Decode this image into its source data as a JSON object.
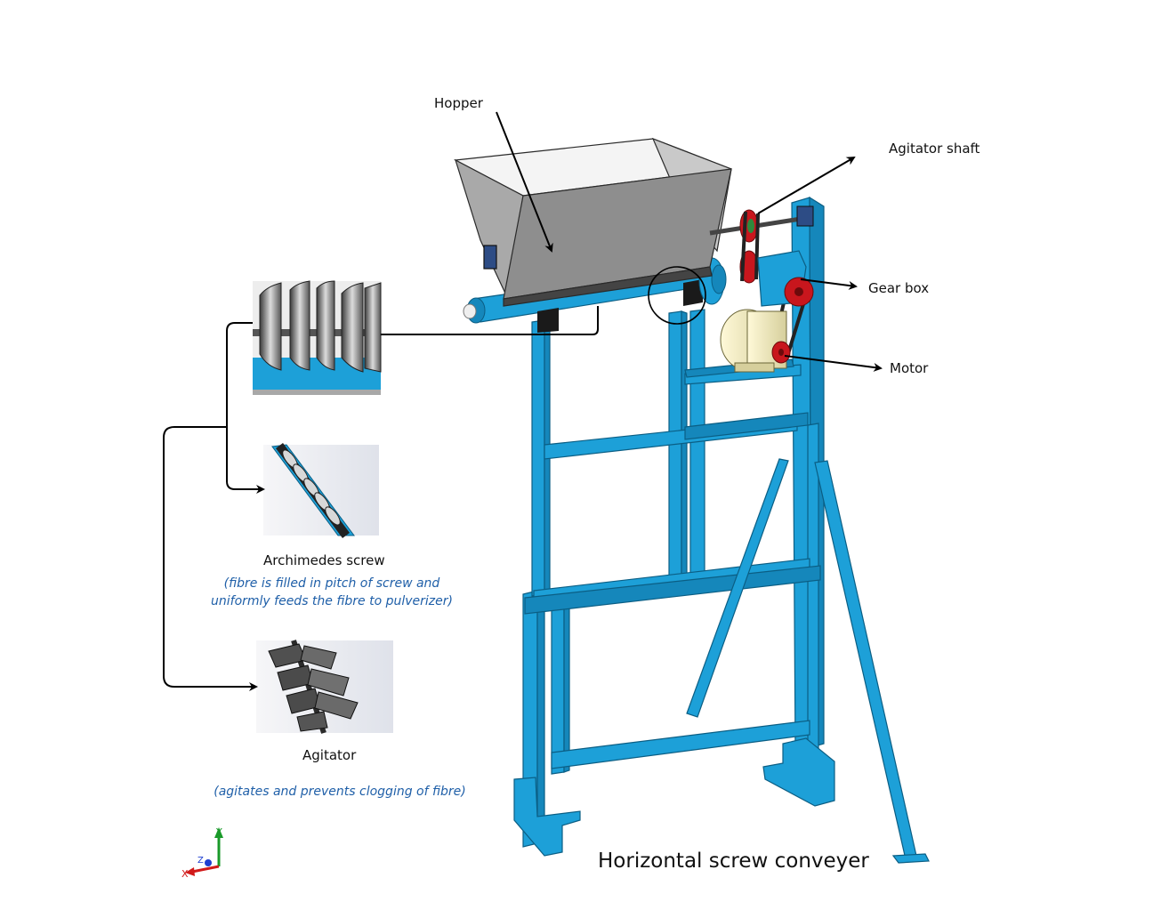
{
  "labels": {
    "hopper": "Hopper",
    "agitator_shaft": "Agitator shaft",
    "gear_box": "Gear box",
    "motor": "Motor",
    "archimedes_screw": "Archimedes screw",
    "archimedes_note_line1": "(fibre is filled in pitch of screw and",
    "archimedes_note_line2": "uniformly feeds the fibre to pulverizer)",
    "agitator": "Agitator",
    "agitator_note": "(agitates and prevents clogging of fibre)",
    "title": "Horizontal screw  conveyer"
  },
  "triad": {
    "y": "Y",
    "x": "X",
    "z": "Z"
  },
  "colors": {
    "frame": "#1da0d8",
    "frame_dark": "#0b6f9c",
    "hopper": "#8e8e8e",
    "pulley": "#c8161d",
    "motor": "#efe9c2",
    "note_text": "#1f5fa8",
    "arrow": "#000000"
  }
}
